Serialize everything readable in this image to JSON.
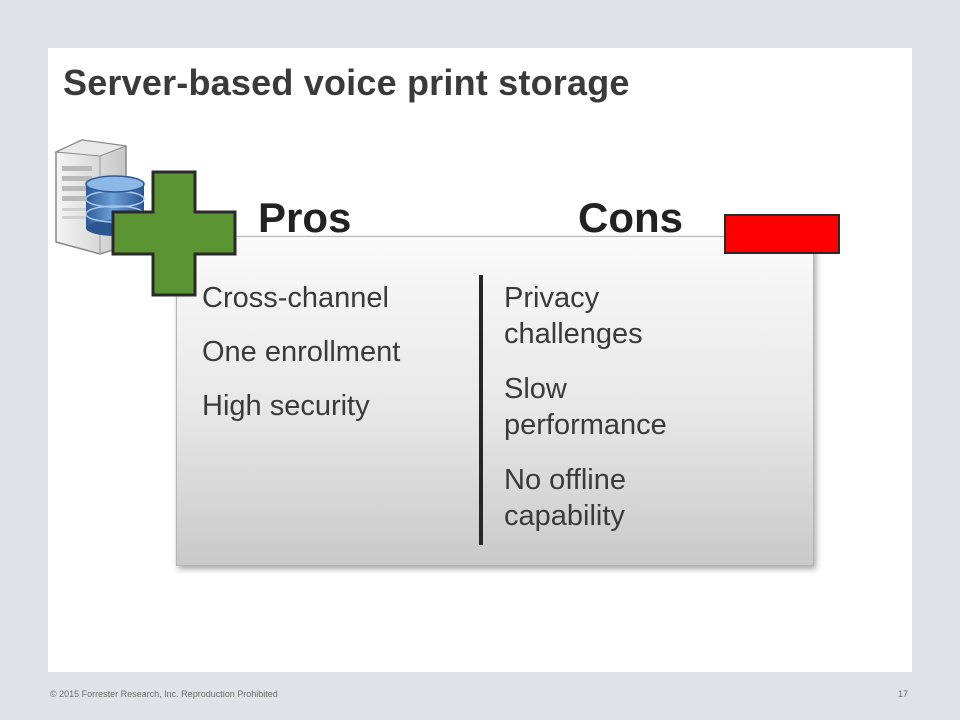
{
  "slide": {
    "title": "Server-based voice print storage",
    "footer_copyright": "© 2015 Forrester Research, Inc. Reproduction Prohibited",
    "page_number": "17"
  },
  "pros": {
    "heading": "Pros",
    "items": [
      "Cross-channel",
      "One enrollment",
      "High security"
    ]
  },
  "cons": {
    "heading": "Cons",
    "items": [
      [
        "Privacy",
        "challenges"
      ],
      [
        "Slow",
        "performance"
      ],
      [
        "No offline",
        "capability"
      ]
    ]
  },
  "icons": {
    "server": "server-database-icon",
    "plus": "plus-icon",
    "minus": "minus-icon"
  },
  "colors": {
    "plus": "#5b9533",
    "minus": "#ff0000",
    "database": "#3f74b5"
  }
}
